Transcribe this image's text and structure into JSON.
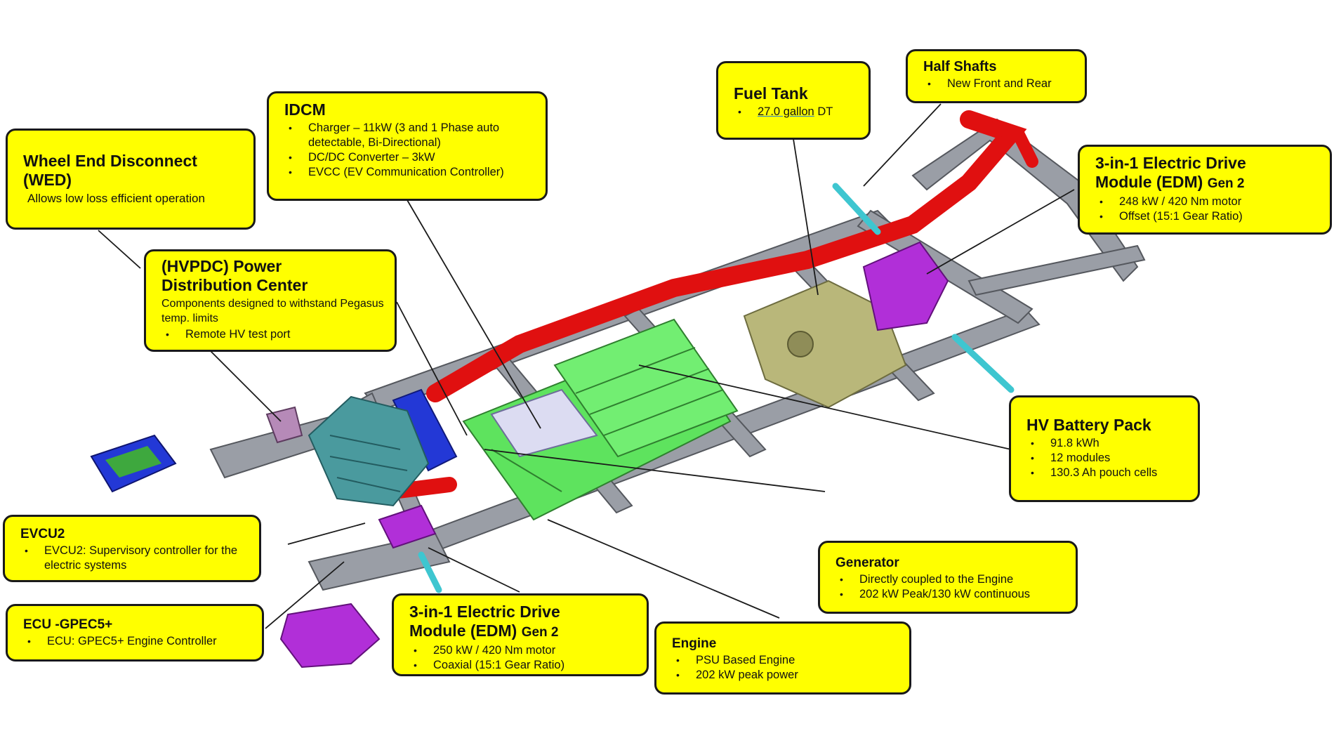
{
  "callouts": {
    "wed": {
      "title": "Wheel End Disconnect\n(WED)",
      "desc": "Allows low loss efficient operation"
    },
    "idcm": {
      "title": "IDCM",
      "items": [
        "Charger – 11kW (3 and 1 Phase auto detectable, Bi-Directional)",
        "DC/DC Converter – 3kW",
        "EVCC (EV Communication Controller)"
      ]
    },
    "fuel": {
      "title": "Fuel Tank",
      "item_value": "27.0 gallon",
      "item_suffix": " DT"
    },
    "half": {
      "title": "Half Shafts",
      "items": [
        "New Front and Rear"
      ]
    },
    "edm_rear": {
      "title": "3-in-1 Electric Drive\nModule (EDM)",
      "gen": "Gen 2",
      "items": [
        "248 kW / 420 Nm motor",
        "Offset (15:1 Gear Ratio)"
      ]
    },
    "hvpdc": {
      "title": "(HVPDC) Power\nDistribution Center",
      "desc": "Components designed to withstand Pegasus temp. limits",
      "items": [
        "Remote HV test port"
      ]
    },
    "battery": {
      "title": "HV Battery Pack",
      "items": [
        "91.8 kWh",
        "12 modules",
        "130.3 Ah pouch cells"
      ]
    },
    "evcu": {
      "title": "EVCU2",
      "items": [
        "EVCU2: Supervisory controller for the electric systems"
      ]
    },
    "ecu": {
      "title": "ECU -GPEC5+",
      "items": [
        "ECU: GPEC5+ Engine Controller"
      ]
    },
    "edm_front": {
      "title": "3-in-1 Electric Drive\nModule (EDM)",
      "gen": "Gen 2",
      "items": [
        "250 kW / 420 Nm motor",
        "Coaxial (15:1 Gear Ratio)"
      ]
    },
    "generator": {
      "title": "Generator",
      "items": [
        "Directly coupled to the Engine",
        "202 kW Peak/130 kW continuous"
      ]
    },
    "engine": {
      "title": "Engine",
      "items": [
        "PSU Based Engine",
        "202 kW peak power"
      ]
    }
  },
  "colors": {
    "callout_fill": "#ffff00",
    "frame": "#9a9ea6",
    "exhaust": "#e01010",
    "battery": "#5ee35e",
    "fuel_tank": "#b9b77a",
    "engine": "#4a9a9e",
    "edm": "#b12fd8",
    "pdc": "#2338d6",
    "idcm": "#dcdcf2",
    "shaft": "#3ec6d0"
  }
}
